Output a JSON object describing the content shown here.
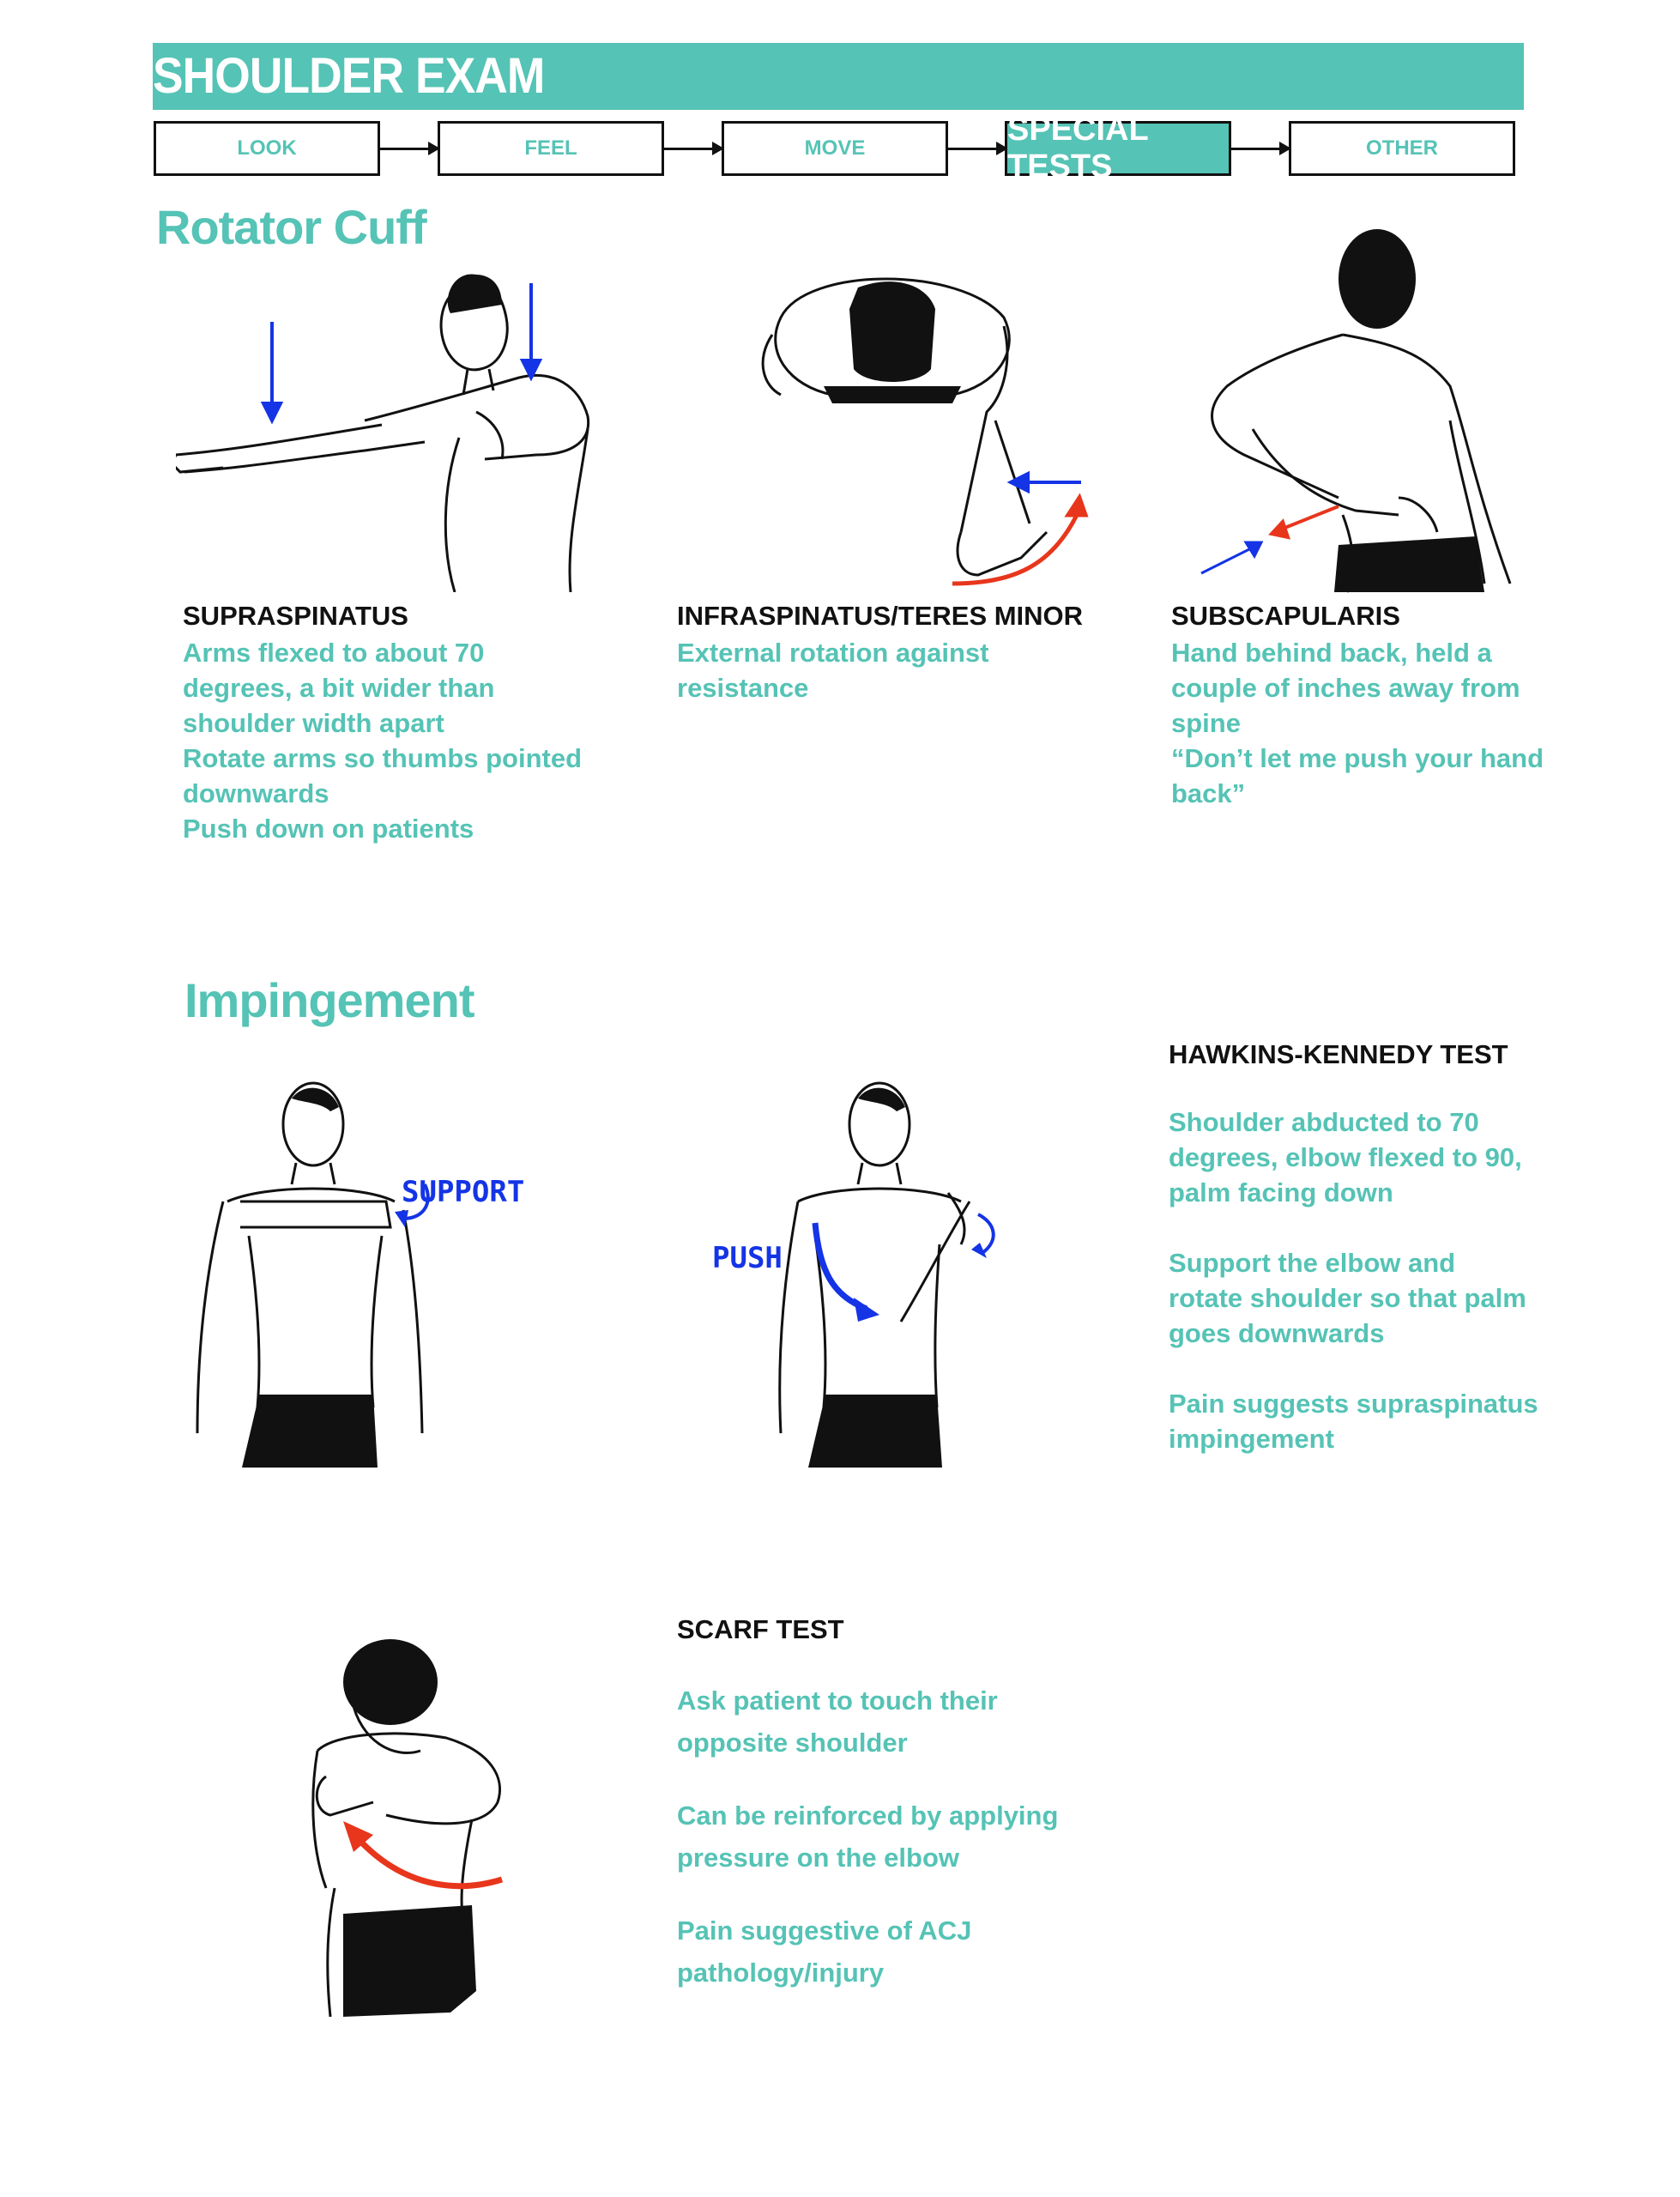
{
  "header": {
    "title": "SHOULDER EXAM"
  },
  "nav": {
    "steps": [
      {
        "label": "LOOK",
        "active": false
      },
      {
        "label": "FEEL",
        "active": false
      },
      {
        "label": "MOVE",
        "active": false
      },
      {
        "label": "SPECIAL TESTS",
        "active": true
      },
      {
        "label": "OTHER",
        "active": false
      }
    ]
  },
  "rotator_cuff": {
    "title": "Rotator Cuff",
    "tests": [
      {
        "name": "SUPRASPINATUS",
        "lines": [
          "Arms flexed to about 70",
          "degrees, a bit wider than",
          "shoulder width apart",
          "Rotate arms so thumbs pointed",
          "downwards",
          "Push down on patients"
        ]
      },
      {
        "name": "INFRASPINATUS/TERES MINOR",
        "lines": [
          "External rotation against",
          "resistance"
        ]
      },
      {
        "name": "SUBSCAPULARIS",
        "lines": [
          "Hand behind back, held a",
          "couple of inches away from",
          "spine",
          "“Don’t let me push your hand",
          "back”"
        ]
      }
    ]
  },
  "impingement": {
    "title": "Impingement",
    "figure_labels": {
      "support": "SUPPORT",
      "push": "PUSH"
    },
    "hawkins": {
      "name": "HAWKINS-KENNEDY TEST",
      "p1": [
        "Shoulder abducted to 70",
        "degrees, elbow flexed to 90,",
        "palm facing down"
      ],
      "p2": [
        "Support the elbow and",
        "rotate shoulder so that palm",
        "goes downwards"
      ],
      "p3": [
        "Pain suggests supraspinatus",
        "impingement"
      ]
    },
    "scarf": {
      "name": "SCARF TEST",
      "p1": [
        "Ask patient to touch their",
        "opposite shoulder"
      ],
      "p2": [
        "Can be reinforced by applying",
        "pressure on the elbow"
      ],
      "p3": [
        "Pain suggestive of ACJ",
        "pathology/injury"
      ]
    }
  },
  "colors": {
    "accent": "#55c3b5",
    "arrow_blue": "#1434e6",
    "arrow_red": "#e8361c",
    "text": "#111111"
  }
}
